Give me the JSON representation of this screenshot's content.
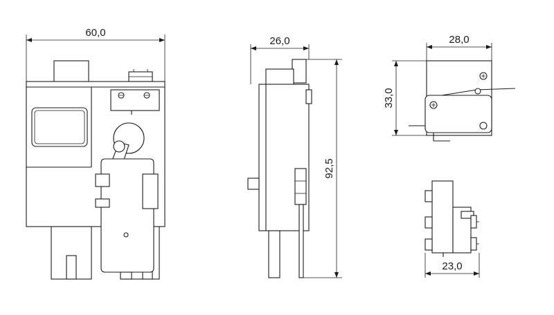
{
  "dimensions": {
    "front_width": "60,0",
    "side_depth": "26,0",
    "side_height": "92,5",
    "switch_width": "28,0",
    "switch_height": "33,0",
    "switch_side_width": "23,0"
  }
}
